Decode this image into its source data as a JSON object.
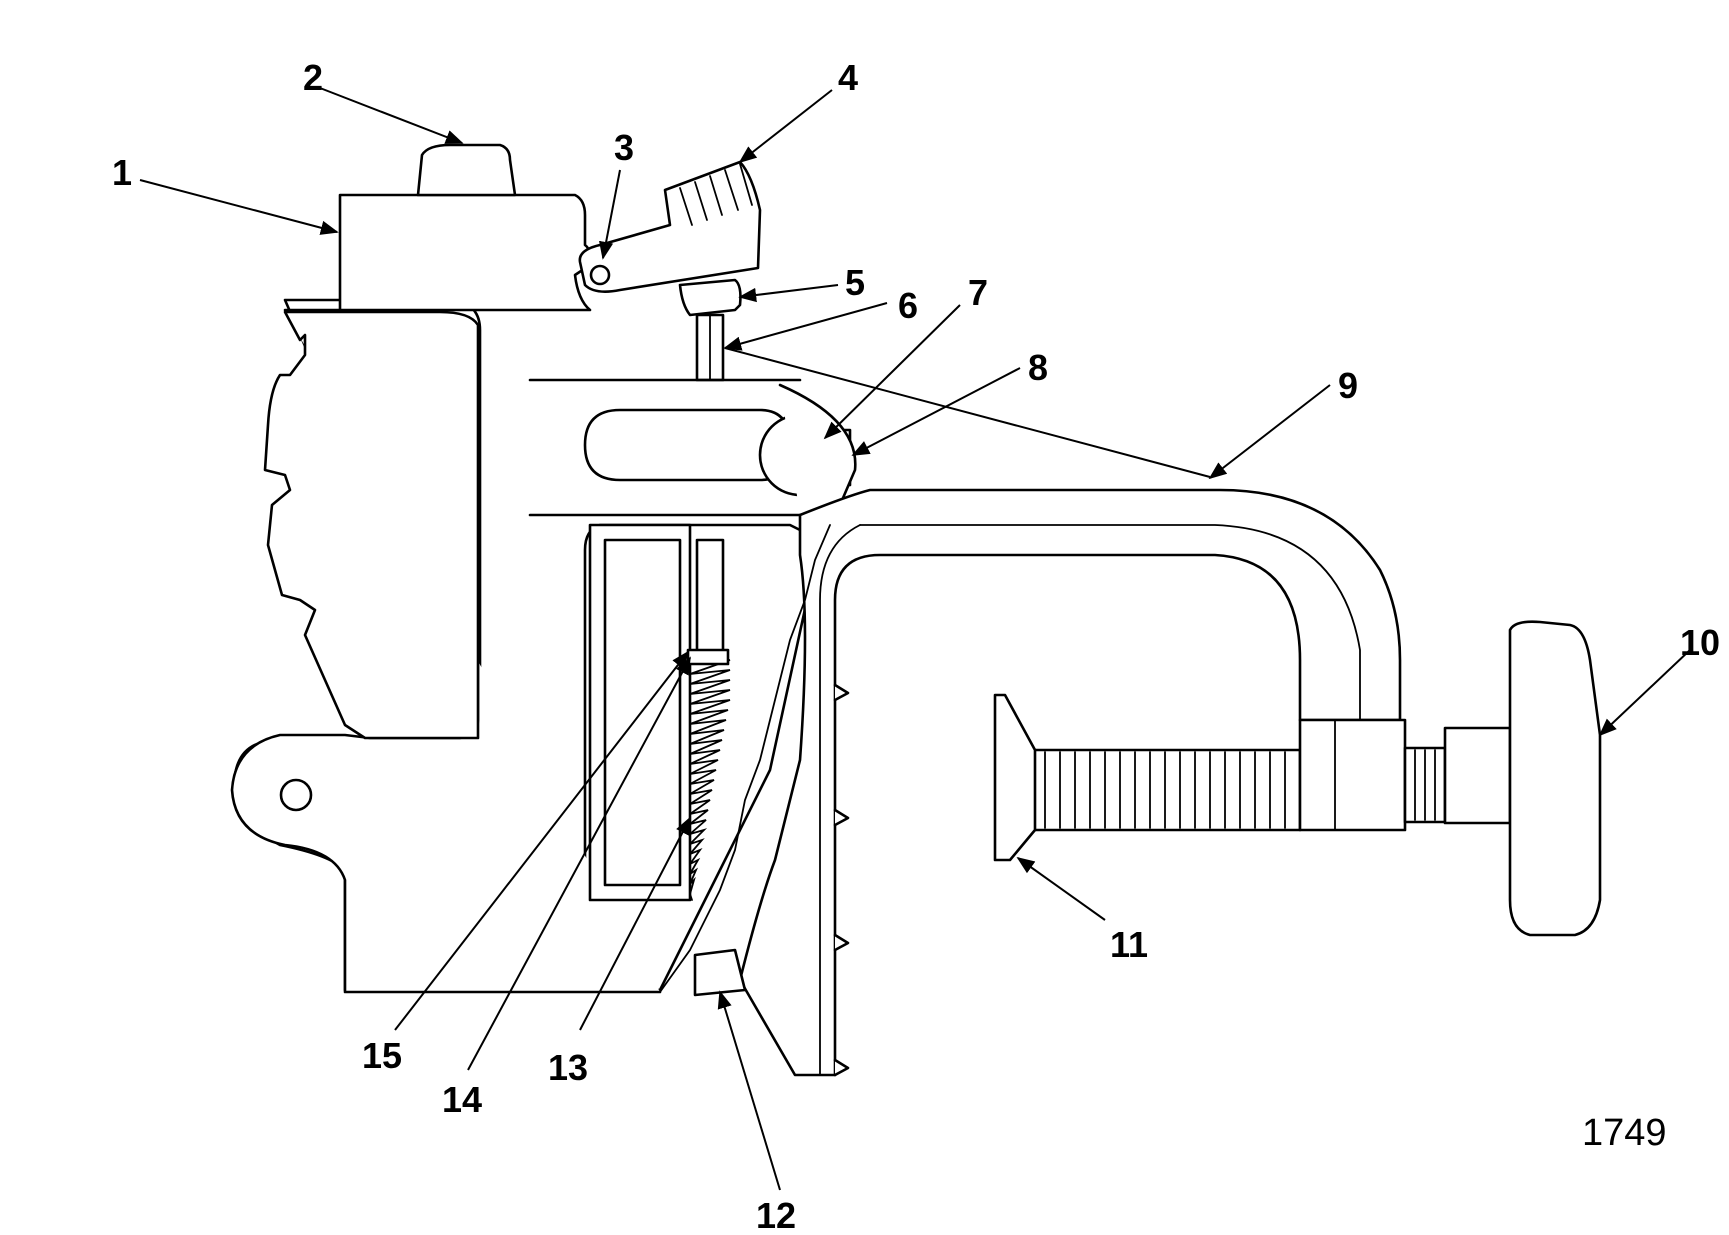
{
  "diagram": {
    "figure_number": "1749",
    "callouts": [
      {
        "id": 1,
        "label": "1"
      },
      {
        "id": 2,
        "label": "2"
      },
      {
        "id": 3,
        "label": "3"
      },
      {
        "id": 4,
        "label": "4"
      },
      {
        "id": 5,
        "label": "5"
      },
      {
        "id": 6,
        "label": "6"
      },
      {
        "id": 7,
        "label": "7"
      },
      {
        "id": 8,
        "label": "8"
      },
      {
        "id": 9,
        "label": "9"
      },
      {
        "id": 10,
        "label": "10"
      },
      {
        "id": 11,
        "label": "11"
      },
      {
        "id": 12,
        "label": "12"
      },
      {
        "id": 13,
        "label": "13"
      },
      {
        "id": 14,
        "label": "14"
      },
      {
        "id": 15,
        "label": "15"
      }
    ]
  }
}
